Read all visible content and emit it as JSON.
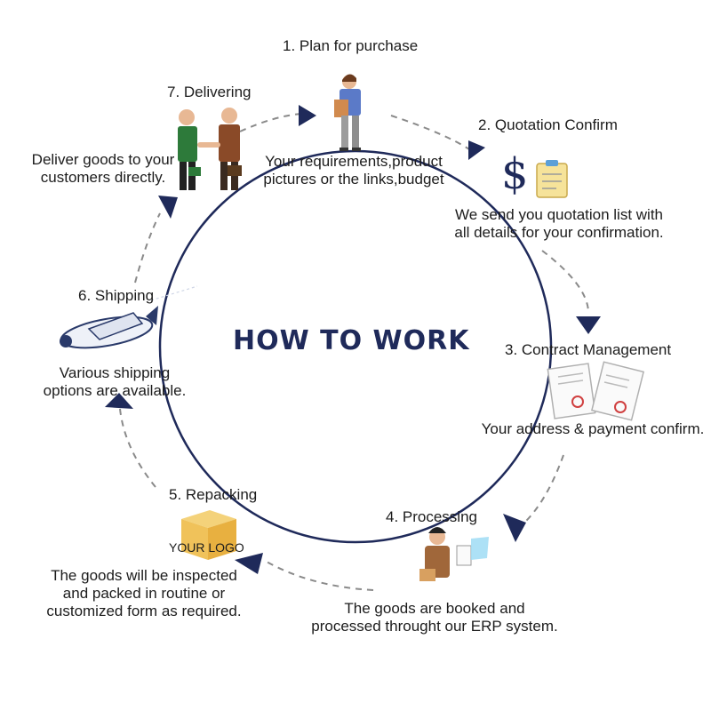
{
  "title": "HOW TO WORK",
  "colors": {
    "circle": "#1f2a5a",
    "arrow": "#1f2a5a",
    "dashed": "#8a8a8a",
    "text": "#1c1c1c"
  },
  "steps": [
    {
      "label": "1. Plan for purchase",
      "desc": [
        "Your requirements,product",
        "pictures or the links,budget"
      ],
      "icon": "person-with-box-icon"
    },
    {
      "label": "2. Quotation Confirm",
      "desc": [
        "We send you quotation list with",
        "all details for your confirmation."
      ],
      "icon": "dollar-clipboard-icon"
    },
    {
      "label": "3. Contract Management",
      "desc": [
        "Your address & payment confirm."
      ],
      "icon": "contract-documents-icon"
    },
    {
      "label": "4. Processing",
      "desc": [
        "The goods are booked and",
        "processed throught our ERP system."
      ],
      "icon": "worker-at-screen-icon"
    },
    {
      "label": "5. Repacking",
      "desc": [
        "The goods will be inspected",
        "and packed in routine or",
        "customized form as required."
      ],
      "icon": "box-icon",
      "logo_text": "YOUR LOGO"
    },
    {
      "label": "6. Shipping",
      "desc": [
        "Various shipping",
        "options are available."
      ],
      "icon": "airplane-icon"
    },
    {
      "label": "7. Delivering",
      "desc": [
        "Deliver goods to your",
        "customers directly."
      ],
      "icon": "handshake-icon"
    }
  ]
}
